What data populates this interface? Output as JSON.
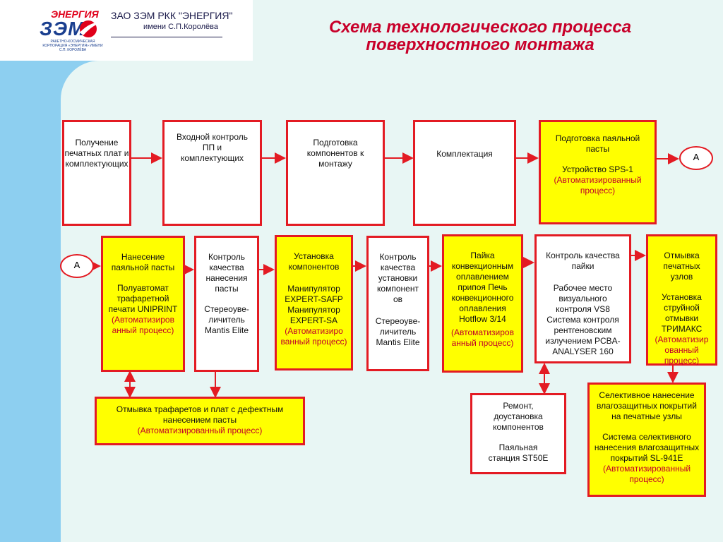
{
  "header": {
    "logo_name": "ЭНЕРГИЯ",
    "logo_big": "ЗЭМ",
    "logo_small": "РАКЕТНО-КОСМИЧЕСКАЯ КОРПОРАЦИЯ «ЭНЕРГИЯ» ИМЕНИ С.П. КОРОЛЁВА",
    "company": "ЗАО ЗЭМ РКК \"ЭНЕРГИЯ\"",
    "company_sub": "имени С.П.Королёва"
  },
  "title_line1": "Схема технологического процесса",
  "title_line2": "поверхностного монтажа",
  "connector_label": "А",
  "row1": [
    {
      "text": "Получение печатных плат и комплектующих"
    },
    {
      "text": "Входной контроль ПП и комплектующих"
    },
    {
      "text": "Подготовка компонентов к монтажу"
    },
    {
      "text": "Комплектация"
    },
    {
      "text": "Подготовка паяльной пасты",
      "detail": "Устройство SPS-1",
      "auto": "(Автоматизированный процесс)"
    }
  ],
  "row2": [
    {
      "text": "Нанесение паяльной пасты",
      "detail": "Полуавтомат трафаретной печати UNIPRINT",
      "auto": "(Автоматизиров анный процесс)"
    },
    {
      "text": "Контроль качества нанесения пасты",
      "detail": "Стереоуве-личитель Mantis Elite"
    },
    {
      "text": "Установка компонентов",
      "detail": "Манипулятор EXPERT-SAFP Манипулятор EXPERT-SA",
      "auto": "(Автоматизиро ванный процесс)"
    },
    {
      "text": "Контроль качества установки компонент ов",
      "detail": "Стереоуве-личитель Mantis Elite"
    },
    {
      "text": "Пайка конвекционным оплавлением припоя Печь конвекционного оплавления Hotflow 3/14",
      "auto": "(Автоматизиров анный процесс)"
    },
    {
      "text": "Контроль качества пайки",
      "detail": "Рабочее место визуального контроля VS8 Система контроля рентгеновским излучением PCBA-ANALYSER 160"
    },
    {
      "text": "Отмывка печатных узлов",
      "detail": "Установка струйной отмывки ТРИМАКС",
      "auto": "(Автоматизир ованный процесс)"
    }
  ],
  "row3": [
    {
      "text": "Отмывка трафаретов и плат с дефектным нанесением пасты",
      "auto": "(Автоматизированный процесс)"
    },
    {
      "text": "Ремонт, доустановка компонентов",
      "detail": "Паяльная станция ST50E"
    },
    {
      "text": "Селективное нанесение влагозащитных покрытий на печатные узлы",
      "detail": "Система селективного нанесения влагозащитных покрытий SL-941E",
      "auto": "(Автоматизированный процесс)"
    }
  ],
  "colors": {
    "border": "#e31b23",
    "highlight": "#ffff00",
    "title": "#c8002a"
  }
}
